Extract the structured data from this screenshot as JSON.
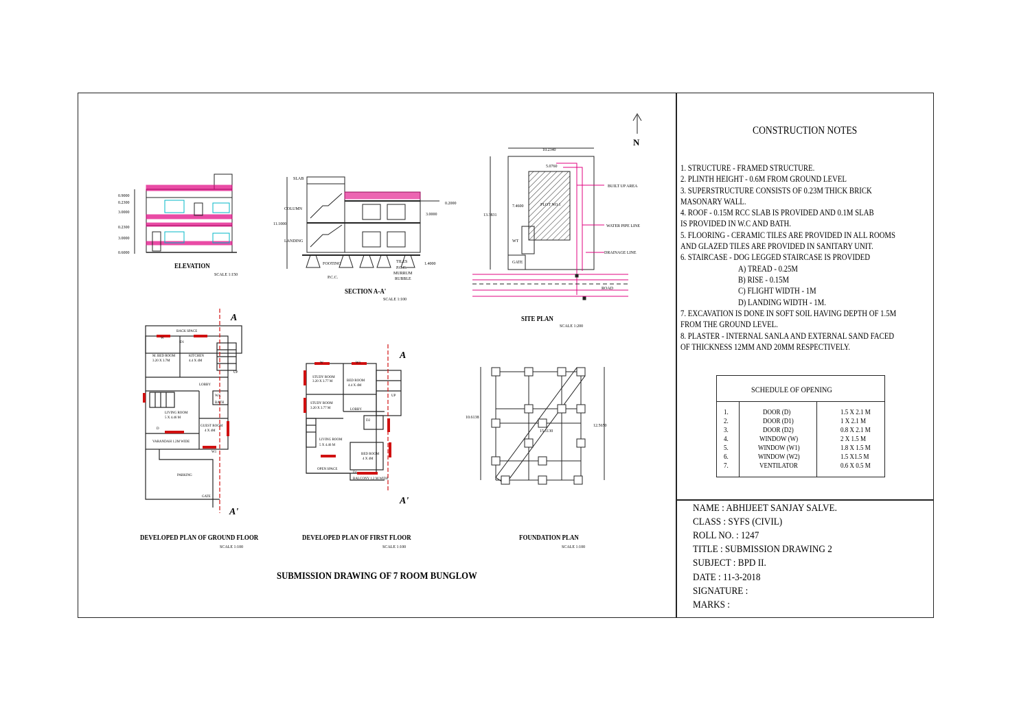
{
  "drawings": {
    "elevation": {
      "caption": "ELEVATION",
      "scale": "SCALE 1:150",
      "dims": [
        "0.9000",
        "0.2300",
        "3.0000",
        "0.2300",
        "3.0000",
        "0.6000"
      ]
    },
    "section": {
      "caption": "SECTION A-A'",
      "scale": "SCALE 1:100",
      "labels": {
        "slab": "SLAB",
        "column": "COLUMN",
        "landing": "LANDING",
        "footing": "FOOTING",
        "pcc": "P.C.C.",
        "tiles": "TILES",
        "pcc2": "P.C.C.",
        "murrum": "MURRUM",
        "rubble": "RUBBLE"
      },
      "dims": {
        "height": "11.1000",
        "parapet": "0.2000",
        "floor": "3.0000",
        "plinth": "1.4000"
      }
    },
    "site": {
      "caption": "SITE PLAN",
      "scale": "SCALE 1:200",
      "north": "N",
      "labels": {
        "plot": "PLOT NO.1",
        "wt": "WT",
        "gate": "GATE",
        "built_up": "BUILT UP AREA",
        "water_pipe": "WATER PIPE LINE",
        "drainage": "DRAINAGE LINE",
        "road": "ROAD"
      },
      "dims": {
        "top": "10.2340",
        "inner": "5.0760",
        "height": "13.3831",
        "mid": "7.4600"
      }
    },
    "ground": {
      "caption": "DEVELOPED PLAN OF GROUND FLOOR",
      "scale": "SCALE 1:100",
      "section_top": "A",
      "section_bottom": "A'",
      "rooms": {
        "back_space": "BACK SPACE",
        "m_bed": "M. BED ROOM",
        "m_bed_size": "3.20 X 3.7M",
        "kitchen": "KITCHEN",
        "kitchen_size": "4.4 X 4M",
        "lobby": "LOBBY",
        "living": "LIVING ROOM",
        "living_size": "5 X 4.46 M",
        "guest": "GUEST ROOM",
        "guest_size": "4 X 4M",
        "verandah": "VARANDAH 1.2M WIDE",
        "parking": "PARKING",
        "gate": "GATE",
        "wc": "W.C",
        "bath": "BATH",
        "up": "UP"
      },
      "marks": {
        "w": "W",
        "d": "D",
        "d1": "D1",
        "w1": "W1"
      }
    },
    "first": {
      "caption": "DEVELOPED PLAN OF FIRST FLOOR",
      "scale": "SCALE 1:100",
      "section_top": "A",
      "section_bottom": "A'",
      "rooms": {
        "study1": "STUDY ROOM",
        "study1_size": "3.20 X 3.77 M",
        "bed1": "BED ROOM",
        "bed1_size": "4.4 X 4M",
        "study2": "STUDY ROOM",
        "study2_size": "3.20 X 3.77 M",
        "lobby": "LOBBY",
        "living": "LIVING ROOM",
        "living_size": "5 X 4.46 M",
        "bed2": "BED ROOM",
        "bed2_size": "4 X 4M",
        "open": "OPEN SPACE",
        "balcony": "BALCONY 1.2 M WIDE",
        "up": "UP"
      },
      "marks": {
        "w": "W",
        "w1": "W1",
        "d1": "D1",
        "d2": "D2"
      }
    },
    "foundation": {
      "caption": "FOUNDATION PLAN",
      "scale": "SCALE 1:100",
      "dims": {
        "left": "10.6138",
        "right": "12.5650",
        "diag": "15.1130"
      }
    }
  },
  "main_title": "SUBMISSION DRAWING OF 7 ROOM BUNGLOW",
  "notes": {
    "title": "CONSTRUCTION  NOTES",
    "lines": [
      "1. STRUCTURE - FRAMED STRUCTURE.",
      "2. PLINTH HEIGHT - 0.6M FROM GROUND LEVEL",
      "3. SUPERSTRUCTURE CONSISTS OF 0.23M THICK BRICK",
      "MASONARY WALL.",
      "4. ROOF -  0.15M RCC SLAB IS PROVIDED AND 0.1M SLAB",
      " IS PROVIDED IN W.C AND BATH.",
      "5. FLOORING - CERAMIC TILES ARE PROVIDED IN ALL ROOMS",
      "AND GLAZED TILES ARE PROVIDED IN SANITARY UNIT.",
      "6. STAIRCASE - DOG LEGGED STAIRCASE IS PROVIDED",
      "A) TREAD - 0.25M",
      "B) RISE - 0.15M",
      "C) FLIGHT WIDTH - 1M",
      "D) LANDING WIDTH - 1M.",
      "7. EXCAVATION IS DONE IN SOFT SOIL HAVING DEPTH OF 1.5M",
      "FROM THE GROUND LEVEL.",
      "8. PLASTER - INTERNAL SANLA AND EXTERNAL SAND FACED",
      "OF THICKNESS 12MM AND 20MM RESPECTIVELY."
    ]
  },
  "schedule": {
    "title": "SCHEDULE OF OPENING",
    "rows": [
      {
        "no": "1.",
        "item": "DOOR (D)",
        "size": "1.5 X 2.1 M"
      },
      {
        "no": "2.",
        "item": "DOOR (D1)",
        "size": "1 X 2.1 M"
      },
      {
        "no": "3.",
        "item": "DOOR (D2)",
        "size": "0.8 X 2.1 M"
      },
      {
        "no": "4.",
        "item": "WINDOW (W)",
        "size": "2 X 1.5 M"
      },
      {
        "no": "5.",
        "item": "WINDOW (W1)",
        "size": "1.8 X 1.5 M"
      },
      {
        "no": "6.",
        "item": "WINDOW (W2)",
        "size": "1.5 X1.5 M"
      },
      {
        "no": "7.",
        "item": "VENTILATOR",
        "size": "0.6 X 0.5 M"
      }
    ]
  },
  "info": [
    "NAME : ABHIJEET SANJAY SALVE.",
    "CLASS : SYFS (CIVIL)",
    "ROLL NO. :  1247",
    "TITLE : SUBMISSION DRAWING 2",
    "SUBJECT : BPD II.",
    "DATE : 11-3-2018",
    "SIGNATURE :",
    "MARKS :"
  ],
  "colors": {
    "line": "#222222",
    "accent": "#e0007f",
    "opening": "#d01010"
  }
}
